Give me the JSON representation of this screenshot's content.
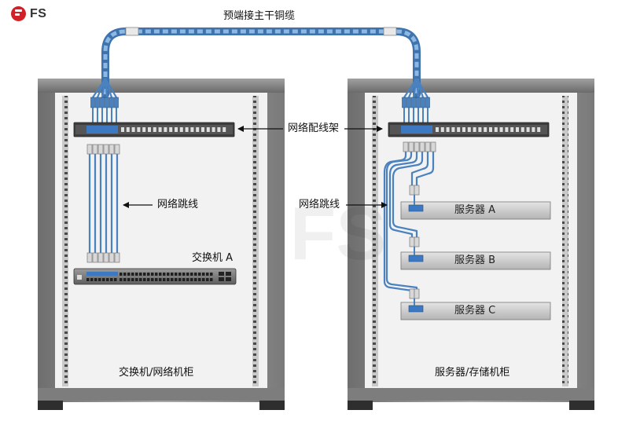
{
  "brand": {
    "logo_text": "FS",
    "watermark_text": "FS"
  },
  "labels": {
    "trunk_cable": "预端接主干铜缆",
    "patch_panel": "网络配线架",
    "patch_cord_left": "网络跳线",
    "patch_cord_right": "网络跳线",
    "switch": "交换机 A",
    "rack_left": "交换机/网络机柜",
    "rack_right": "服务器/存储机柜"
  },
  "servers": [
    {
      "label": "服务器 A"
    },
    {
      "label": "服务器 B"
    },
    {
      "label": "服务器 C"
    }
  ],
  "icons": [
    "fs-logo-icon",
    "arrow-left-icon",
    "arrow-right-icon"
  ],
  "colors": {
    "cable_blue": "#5b8fc9",
    "cable_light": "#a9c9ea",
    "rack_frame": "#8a8a8a",
    "rack_dark": "#3a3a3a",
    "port_blue": "#3d79c2",
    "logo_red": "#d31f26"
  }
}
